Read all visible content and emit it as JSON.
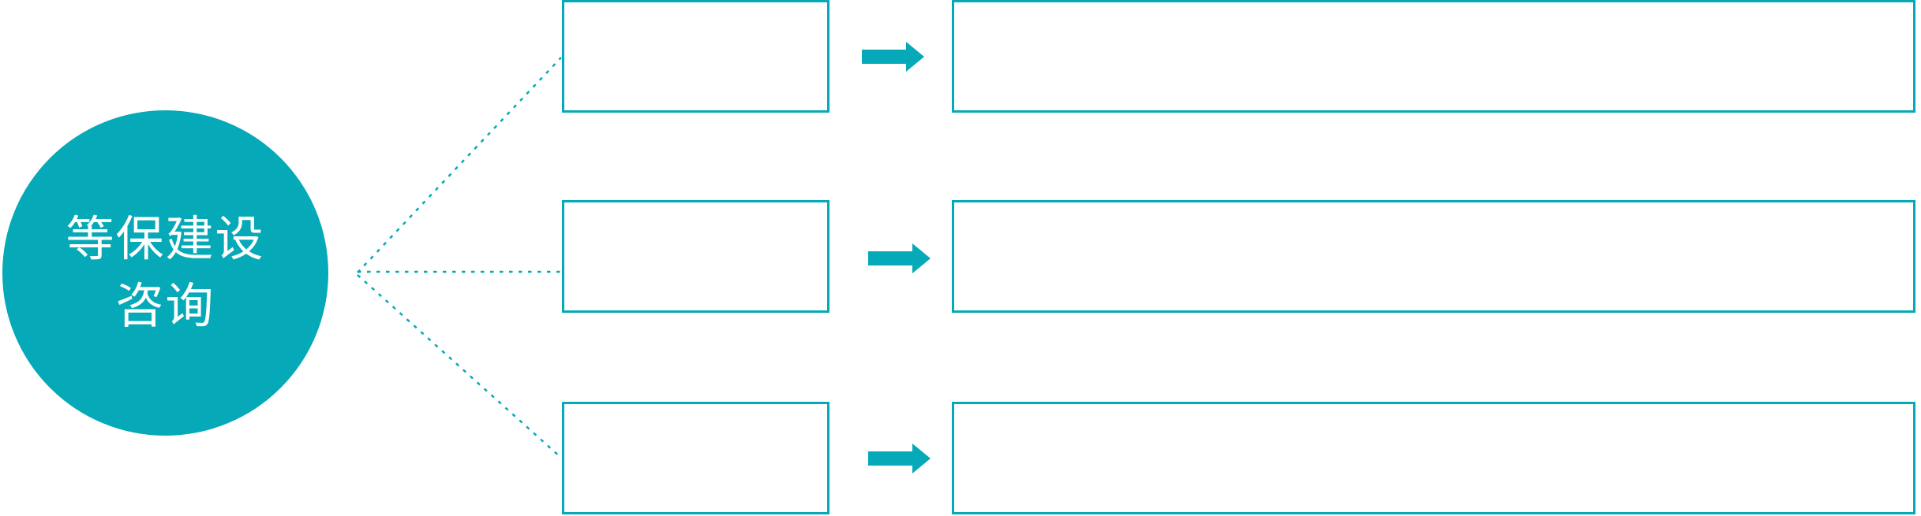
{
  "colors": {
    "teal": "#06A9B7",
    "background": "#FFFFFF",
    "text_on_teal": "#FFFFFF"
  },
  "diagram": {
    "type": "radial-branch-flow",
    "center_node": {
      "label_line1": "等保建设",
      "label_line2": "咨询"
    },
    "branches": [
      {
        "small_box_text": "",
        "arrow_icon": "right-arrow",
        "large_box_text": ""
      },
      {
        "small_box_text": "",
        "arrow_icon": "right-arrow",
        "large_box_text": ""
      },
      {
        "small_box_text": "",
        "arrow_icon": "right-arrow",
        "large_box_text": ""
      }
    ]
  }
}
